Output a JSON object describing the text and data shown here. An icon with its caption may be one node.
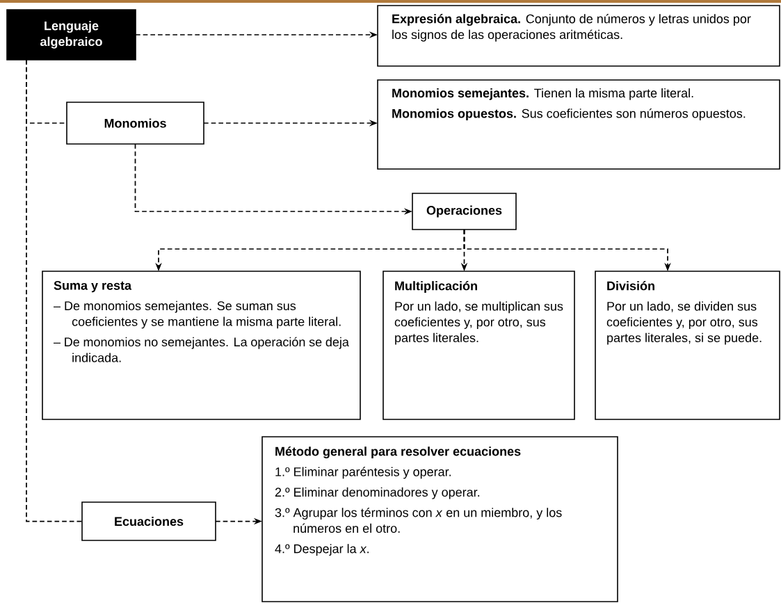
{
  "diagram": {
    "nodes": [
      {
        "text": [
          "Lenguaje algebraico"
        ]
      },
      {
        "text": [
          "**Expresión algebraica.** Conjunto de números y letras unidos por los signos de las operaciones aritméticas."
        ]
      },
      {
        "text": [
          "Monomios"
        ]
      },
      {
        "text": [
          "**Monomios semejantes.** Tienen la misma parte literal.",
          "**Monomios opuestos.** Sus coeficientes son números opuestos."
        ]
      },
      {
        "text": [
          "Operaciones"
        ]
      },
      {
        "text": [
          "Suma y resta",
          "– De monomios semejantes. Se suman sus coeficientes y se mantiene la misma parte literal.",
          "– De monomios no semejantes. La operación se deja indicada."
        ]
      },
      {
        "text": [
          "Multiplicación",
          "Por un lado, se multiplican sus coeficientes y, por otro, sus partes literales."
        ]
      },
      {
        "text": [
          "División",
          "Por un lado, se dividen sus coeficientes y, por otro, sus partes literales, si se puede."
        ]
      },
      {
        "text": [
          "Ecuaciones"
        ]
      },
      {
        "text": [
          "Método general para resolver ecuaciones",
          "1.º Eliminar paréntesis y operar.",
          "2.º Eliminar denominadores y operar.",
          "3.º Agrupar los términos con *x* en un miembro, y los números en el otro.",
          "4.º Despejar la *x*."
        ]
      }
    ],
    "edges": [
      {
        "from": 0,
        "to": 1,
        "arrow": "to",
        "style": "dashed"
      },
      {
        "from": 0,
        "to": 2,
        "arrow": "none",
        "style": "dashed"
      },
      {
        "from": 0,
        "to": 8,
        "arrow": "none",
        "style": "dashed"
      },
      {
        "from": 2,
        "to": 3,
        "arrow": "to",
        "style": "dashed"
      },
      {
        "from": 2,
        "to": 4,
        "arrow": "to",
        "style": "dashed"
      },
      {
        "from": 4,
        "to": 5,
        "arrow": "to",
        "style": "dashed"
      },
      {
        "from": 4,
        "to": 6,
        "arrow": "to",
        "style": "dashed"
      },
      {
        "from": 4,
        "to": 7,
        "arrow": "to",
        "style": "dashed"
      },
      {
        "from": 8,
        "to": 9,
        "arrow": "to",
        "style": "dashed"
      }
    ]
  }
}
